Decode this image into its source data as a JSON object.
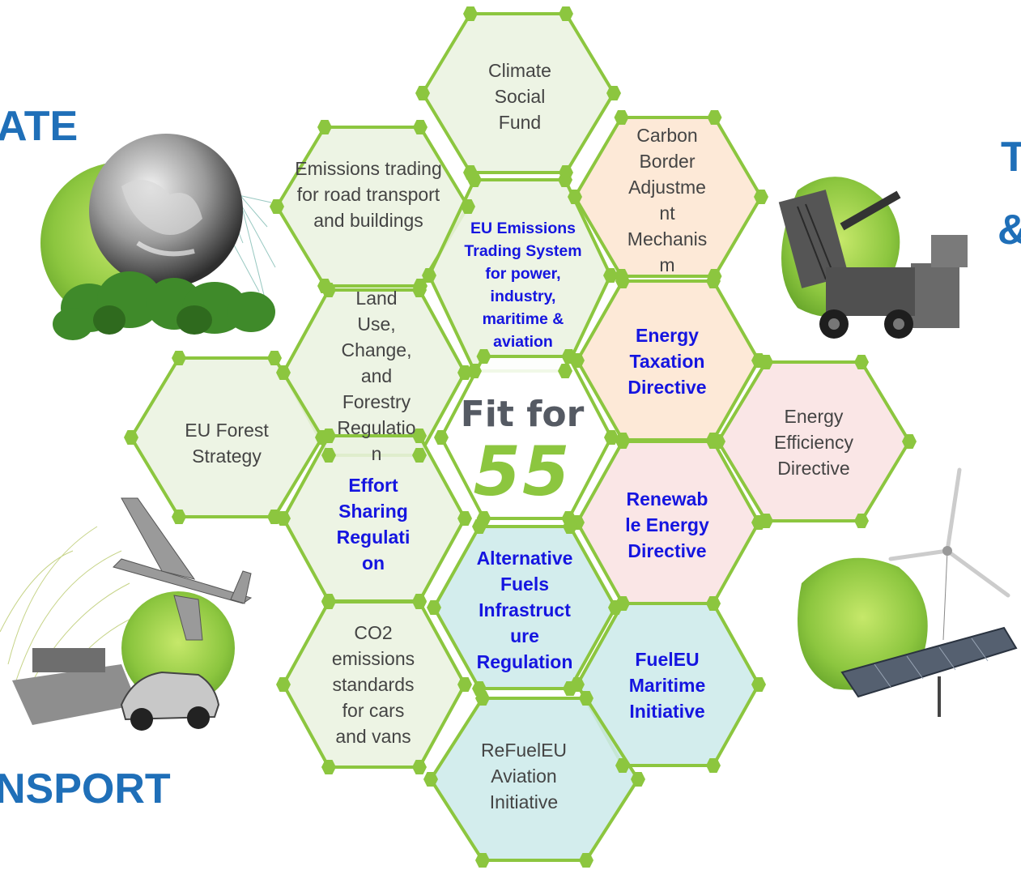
{
  "corner_labels": {
    "top_left": "ATE",
    "top_right_line1": "T",
    "top_right_line2": "&",
    "bottom_left": "NSPORT"
  },
  "center": {
    "line1": "Fit for",
    "line2": "55"
  },
  "hexes": {
    "climate_social_fund": "Climate\nSocial\nFund",
    "emissions_road_buildings": "Emissions trading\nfor road transport\nand buildings",
    "carbon_border": "Carbon\nBorder\nAdjustme\nnt\nMechanis\nm",
    "eu_ets": "EU Emissions\nTrading System\nfor power,\nindustry,\nmaritime &\naviation",
    "land_use": "Land\nUse,\nChange,\nand\nForestry\nRegulatio\nn",
    "energy_taxation": "Energy\nTaxation\nDirective",
    "eu_forest": "EU Forest\nStrategy",
    "energy_efficiency": "Energy\nEfficiency\nDirective",
    "effort_sharing": "Effort\nSharing\nRegulati\non",
    "renewable_energy": "Renewab\nle Energy\nDirective",
    "alt_fuels": "Alternative\nFuels\nInfrastruct\nure\nRegulation",
    "co2_cars": "CO2\nemissions\nstandards\nfor cars\nand vans",
    "fueleu_maritime": "FuelEU\nMaritime\nInitiative",
    "refueleu_aviation": "ReFuelEU\nAviation\nInitiative"
  },
  "colors": {
    "hex_stroke": "#8cc63f",
    "fill_green": "#eaf2e0",
    "fill_peach": "#fde6d2",
    "fill_pink": "#f9e3e3",
    "fill_teal": "#cdeaea",
    "fill_white": "#ffffff",
    "bold_text": "#1515e0",
    "corner_text": "#1f6fb8"
  },
  "illustrations": [
    "earth-forest-illustration",
    "container-crane-illustration",
    "plane-ship-car-illustration",
    "wind-solar-illustration"
  ]
}
